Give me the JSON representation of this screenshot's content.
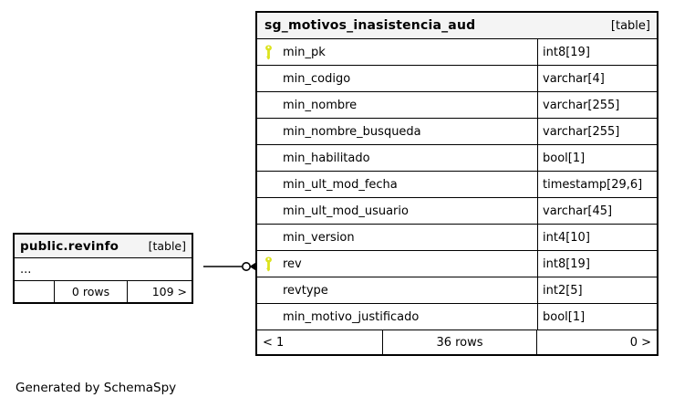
{
  "diagram": {
    "generated_by": "Generated by SchemaSpy"
  },
  "revinfo_table": {
    "title": "public.revinfo",
    "type_label": "[table]",
    "collapsed_columns": "...",
    "footer": {
      "left": "",
      "center": "0 rows",
      "right": "109 >"
    }
  },
  "main_table": {
    "title": "sg_motivos_inasistencia_aud",
    "type_label": "[table]",
    "columns": [
      {
        "name": "min_pk",
        "type": "int8[19]",
        "pk": true
      },
      {
        "name": "min_codigo",
        "type": "varchar[4]",
        "pk": false
      },
      {
        "name": "min_nombre",
        "type": "varchar[255]",
        "pk": false
      },
      {
        "name": "min_nombre_busqueda",
        "type": "varchar[255]",
        "pk": false
      },
      {
        "name": "min_habilitado",
        "type": "bool[1]",
        "pk": false
      },
      {
        "name": "min_ult_mod_fecha",
        "type": "timestamp[29,6]",
        "pk": false
      },
      {
        "name": "min_ult_mod_usuario",
        "type": "varchar[45]",
        "pk": false
      },
      {
        "name": "min_version",
        "type": "int4[10]",
        "pk": false
      },
      {
        "name": "rev",
        "type": "int8[19]",
        "pk": true
      },
      {
        "name": "revtype",
        "type": "int2[5]",
        "pk": false
      },
      {
        "name": "min_motivo_justificado",
        "type": "bool[1]",
        "pk": false
      }
    ],
    "footer": {
      "left": "< 1",
      "center": "36 rows",
      "right": "0 >"
    }
  },
  "relationship": {
    "from": "public.revinfo",
    "to_column": "rev",
    "notation": "circle-arrow"
  },
  "colors": {
    "header_bg": "#f4f4f4",
    "border": "#000000",
    "key_icon": "#dce31e"
  }
}
